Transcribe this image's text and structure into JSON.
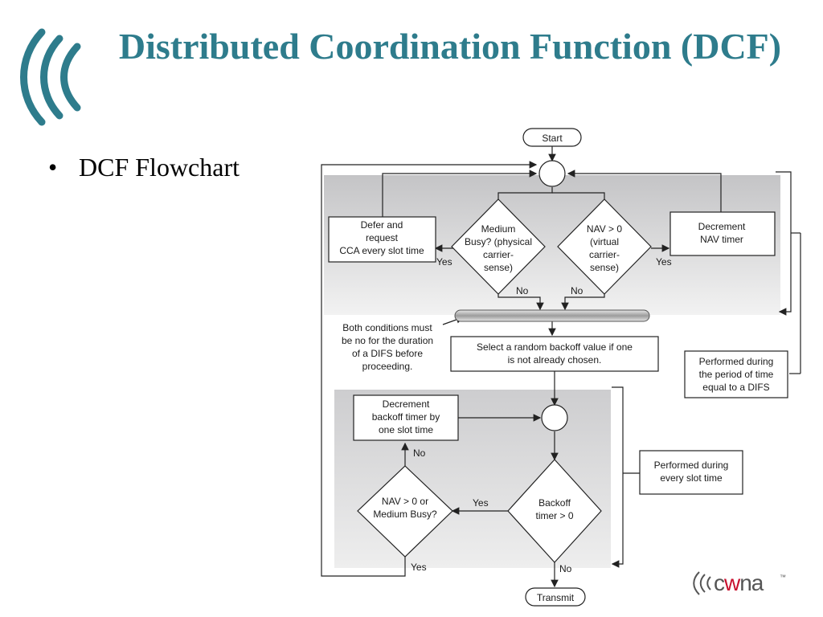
{
  "slide": {
    "title": "Distributed Coordination Function (DCF)",
    "bullet": "DCF Flowchart",
    "bullet_symbol": "•"
  },
  "logo": {
    "name": "wireless-arcs-logo",
    "color": "#2e7c8c"
  },
  "brand": {
    "prefix": "c",
    "accent": "w",
    "suffix": "na",
    "trademark": "™",
    "accent_color": "#c8102e"
  },
  "flowchart": {
    "start": "Start",
    "defer_box": [
      "Defer and",
      "request",
      "CCA every slot time"
    ],
    "medium_busy": [
      "Medium",
      "Busy? (physical",
      "carrier-",
      "sense)"
    ],
    "nav_check": [
      "NAV > 0",
      "(virtual",
      "carrier-",
      "sense)"
    ],
    "decrement_nav": [
      "Decrement",
      "NAV timer"
    ],
    "yes": "Yes",
    "no": "No",
    "both_conditions": [
      "Both conditions must",
      "be no for the duration",
      "of a DIFS before",
      "proceeding."
    ],
    "select_backoff": [
      "Select a random backoff value if one",
      "is not already chosen."
    ],
    "performed_difs": [
      "Performed during",
      "the period of time",
      "equal to a DIFS"
    ],
    "decrement_backoff": [
      "Decrement",
      "backoff timer by",
      "one slot time"
    ],
    "performed_slot": [
      "Performed during",
      "every slot time"
    ],
    "nav_or_busy": [
      "NAV > 0 or",
      "Medium Busy?"
    ],
    "backoff_gt0": [
      "Backoff",
      "timer > 0"
    ],
    "transmit": "Transmit"
  }
}
